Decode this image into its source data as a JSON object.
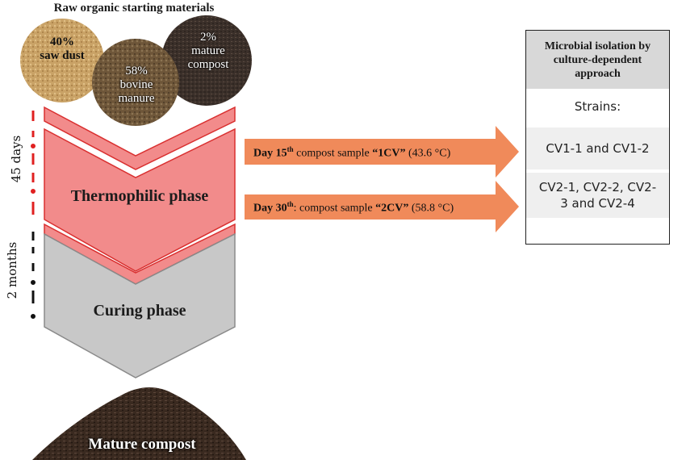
{
  "title": "Raw organic starting materials",
  "materials": [
    {
      "percent": "40%",
      "name": "saw dust",
      "color": "#c8a064"
    },
    {
      "percent": "58%",
      "name": "bovine manure",
      "color": "#6b5236"
    },
    {
      "percent": "2%",
      "name": "mature compost",
      "color": "#3a2e28"
    }
  ],
  "durations": {
    "thermophilic": "45 days",
    "curing": "2 months"
  },
  "phases": {
    "thermophilic": "Thermophilic phase",
    "curing": "Curing phase",
    "mature": "Mature compost"
  },
  "samples": [
    {
      "day": "Day 15",
      "sup": "th",
      "text_pre": " compost sample ",
      "sample_label": "“1CV”",
      "temp": " (43.6 °C)"
    },
    {
      "day": "Day 30",
      "sup": "th",
      "text_pre": ": compost sample ",
      "sample_label": "“2CV”",
      "temp": " (58.8 °C)"
    }
  ],
  "panel": {
    "heading": "Microbial isolation by culture-dependent approach",
    "subheading": "Strains:",
    "rows": [
      "CV1-1 and CV1-2",
      "CV2-1, CV2-2, CV2-3 and CV2-4"
    ]
  },
  "colors": {
    "thermophilic_fill": "#f28b8b",
    "thermophilic_stroke": "#d93030",
    "curing_fill": "#c8c8c8",
    "arrow_fill": "#f08a5a",
    "dash_red": "#e02020",
    "dash_black": "#111111"
  }
}
